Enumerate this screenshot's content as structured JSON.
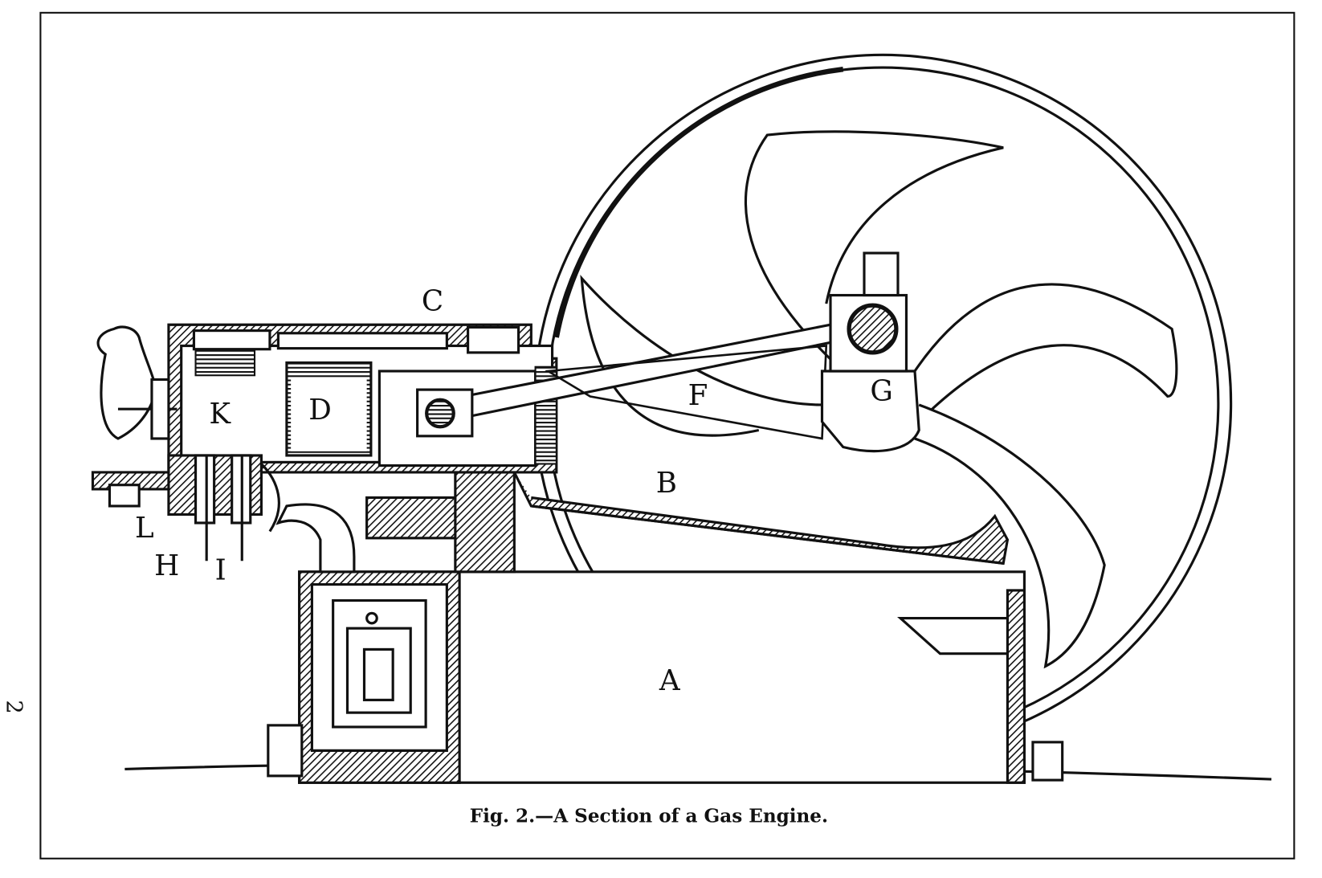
{
  "page_number": "2",
  "figure": {
    "caption": "Fig. 2.—A Section of a Gas Engine.",
    "labels": {
      "A": "A",
      "B": "B",
      "C": "C",
      "D": "D",
      "F": "F",
      "G": "G",
      "H": "H",
      "I": "I",
      "K": "K",
      "L": "L"
    }
  }
}
